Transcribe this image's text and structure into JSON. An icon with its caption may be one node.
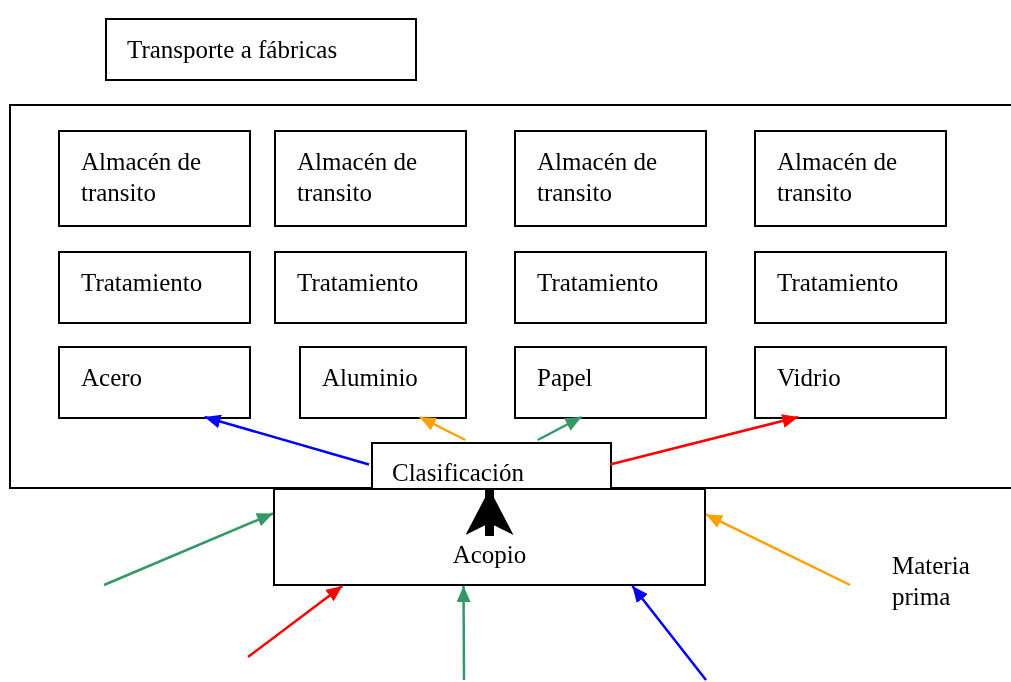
{
  "diagram": {
    "nodes": [
      {
        "text": [
          "Transporte a fábricas"
        ]
      },
      {
        "text": [],
        "shape": "box"
      },
      {
        "text": [
          "Almacén de transito"
        ],
        "in": 1
      },
      {
        "text": [
          "Almacén de transito"
        ],
        "in": 1
      },
      {
        "text": [
          "Almacén de transito"
        ],
        "in": 1
      },
      {
        "text": [
          "Almacén de transito"
        ],
        "in": 1
      },
      {
        "text": [
          "Tratamiento"
        ],
        "in": 1
      },
      {
        "text": [
          "Tratamiento"
        ],
        "in": 1
      },
      {
        "text": [
          "Tratamiento"
        ],
        "in": 1
      },
      {
        "text": [
          "Tratamiento"
        ],
        "in": 1
      },
      {
        "text": [
          "Acero"
        ],
        "in": 1
      },
      {
        "text": [
          "Aluminio"
        ],
        "in": 1
      },
      {
        "text": [
          "Papel"
        ],
        "in": 1
      },
      {
        "text": [
          "Vidrio"
        ],
        "in": 1
      },
      {
        "text": [
          "Clasificación"
        ],
        "in": 1
      },
      {
        "text": [
          "Acopio"
        ]
      }
    ],
    "edges": [
      {
        "from": 14,
        "to": 10,
        "arrow": "to",
        "color": "#0000ff"
      },
      {
        "from": 14,
        "to": 11,
        "arrow": "to",
        "color": "#ffa000"
      },
      {
        "from": 14,
        "to": 12,
        "arrow": "to",
        "color": "#339966"
      },
      {
        "from": 14,
        "to": 13,
        "arrow": "to",
        "color": "#ff0000"
      },
      {
        "from": 15,
        "to": 14,
        "arrow": "to",
        "style": "thick",
        "color": "#000000"
      },
      {
        "from": null,
        "to": 15,
        "arrow": "to",
        "color": "#339966"
      },
      {
        "from": null,
        "to": 15,
        "arrow": "to",
        "color": "#ff0000"
      },
      {
        "from": null,
        "to": 15,
        "arrow": "to",
        "color": "#339966"
      },
      {
        "from": null,
        "to": 15,
        "arrow": "to",
        "color": "#0000ff"
      },
      {
        "from": null,
        "to": 15,
        "arrow": "to",
        "color": "#ffa000"
      }
    ],
    "labels": [
      "Materia prima"
    ]
  }
}
